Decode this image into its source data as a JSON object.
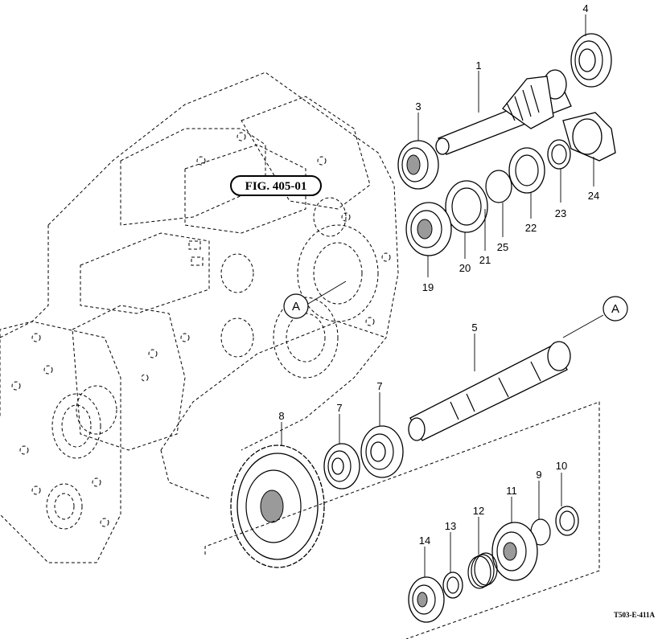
{
  "figure_ref": "FIG. 405-01",
  "drawing_code": "T503-E-411A",
  "callout_letter": "A",
  "part_numbers": {
    "p1": "1",
    "p3": "3",
    "p4": "4",
    "p5": "5",
    "p7a": "7",
    "p7b": "7",
    "p8": "8",
    "p9": "9",
    "p10": "10",
    "p11": "11",
    "p12": "12",
    "p13": "13",
    "p14": "14",
    "p19": "19",
    "p20": "20",
    "p21": "21",
    "p22": "22",
    "p23": "23",
    "p24": "24",
    "p25": "25"
  }
}
